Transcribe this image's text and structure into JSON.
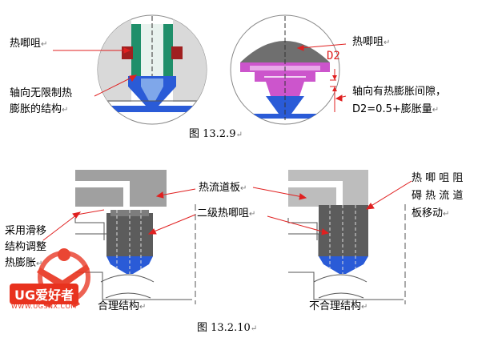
{
  "figure_1": {
    "left_labels": {
      "hot_nozzle": "热唧咀",
      "axial_unlimited_line1": "轴向无限制热",
      "axial_unlimited_line2": "膨胀的结构"
    },
    "right_labels": {
      "hot_nozzle": "热唧咀",
      "d2_symbol": "D2",
      "axial_gap_line1": "轴向有热膨胀间隙，",
      "axial_gap_line2": "D2=0.5+膨胀量"
    },
    "caption": "图 13.2.9"
  },
  "figure_2": {
    "left_labels": {
      "hot_runner_plate": "热流道板",
      "secondary_nozzle": "二级热唧咀",
      "sliding_line1": "采用滑移",
      "sliding_line2": "结构调整",
      "sliding_line3": "热膨胀",
      "reasonable": "合理结构"
    },
    "right_labels": {
      "obstruct_line1": "热 唧 咀 阻",
      "obstruct_line2": "碍 热 流 道",
      "obstruct_line3": "板移动",
      "unreasonable": "不合理结构"
    },
    "caption": "图 13.2.10"
  },
  "paragraph_mark": "↵",
  "watermark": {
    "brand": "UG爱好者",
    "url": "WWW.UGSNX.COM"
  },
  "colors": {
    "blue_part": "#2a5bd7",
    "green_part": "#1f8f6a",
    "magenta_part": "#cc55cc",
    "gray_part": "#8a8a8a",
    "dark_gray_part": "#5c5c5c",
    "light_gray_part": "#bdbdbd",
    "leader_red": "#e02020",
    "watermark_red": "#e8321e"
  }
}
